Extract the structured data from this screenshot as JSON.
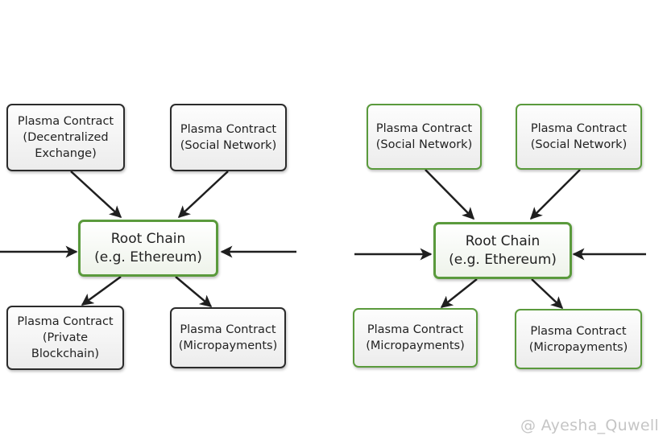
{
  "colors": {
    "dark_border": "#2b2b2b",
    "green_border": "#5a9a3c",
    "arrow": "#1f1f1f"
  },
  "left": {
    "root": {
      "lines": [
        "Root Chain",
        "(e.g. Ethereum)"
      ]
    },
    "top_left": {
      "lines": [
        "Plasma Contract",
        "(Decentralized",
        "Exchange)"
      ]
    },
    "top_right": {
      "lines": [
        "Plasma Contract",
        "(Social Network)"
      ]
    },
    "bottom_left": {
      "lines": [
        "Plasma Contract",
        "(Private",
        "Blockchain)"
      ]
    },
    "bottom_right": {
      "lines": [
        "Plasma Contract",
        "(Micropayments)"
      ]
    }
  },
  "right": {
    "root": {
      "lines": [
        "Root Chain",
        "(e.g. Ethereum)"
      ]
    },
    "top_left": {
      "lines": [
        "Plasma Contract",
        "(Social Network)"
      ]
    },
    "top_right": {
      "lines": [
        "Plasma Contract",
        "(Social Network)"
      ]
    },
    "bottom_left": {
      "lines": [
        "Plasma Contract",
        "(Micropayments)"
      ]
    },
    "bottom_right": {
      "lines": [
        "Plasma Contract",
        "(Micropayments)"
      ]
    }
  },
  "watermark": "@ Ayesha_Quwell"
}
